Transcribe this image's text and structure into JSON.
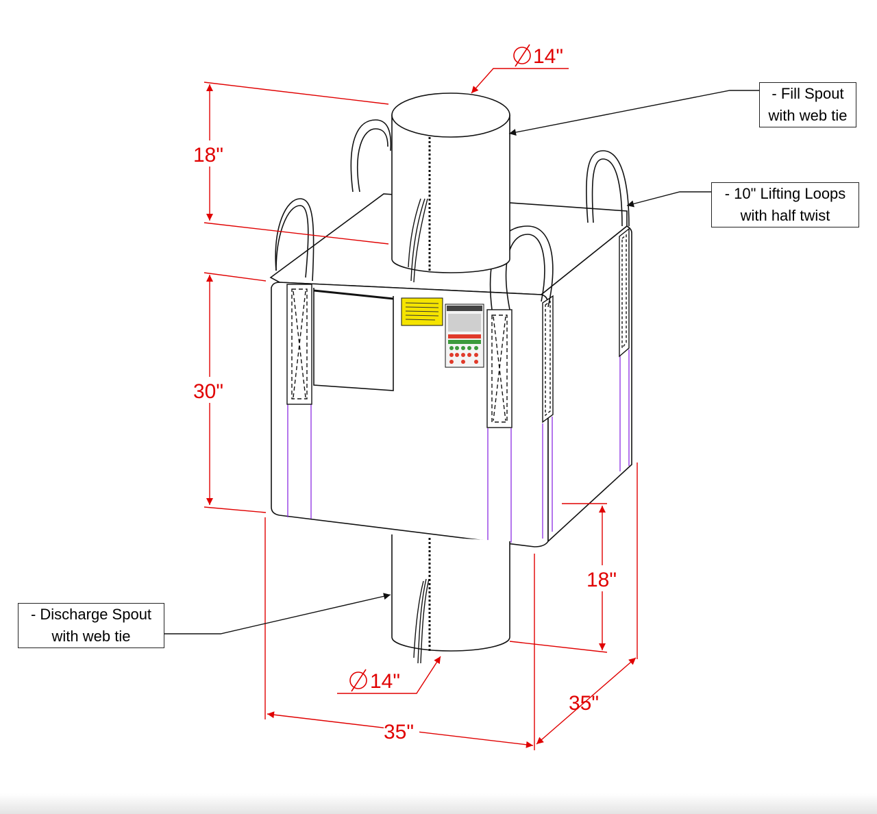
{
  "callouts": {
    "fill_spout": {
      "line1": "- Fill Spout",
      "line2": "with web tie"
    },
    "lifting_loops": {
      "line1": "- 10\" Lifting Loops",
      "line2": "with half twist"
    },
    "discharge_spout": {
      "line1": "- Discharge Spout",
      "line2": "with web tie"
    }
  },
  "dimensions": {
    "top_spout_diameter": "14\"",
    "top_spout_height": "18\"",
    "body_height": "30\"",
    "bottom_spout_height": "18\"",
    "bottom_spout_diameter": "14\"",
    "width_front": "35\"",
    "depth_side": "35\""
  },
  "colors": {
    "dimension": "#e00000",
    "outline": "#111111",
    "seam": "#8a2be2",
    "label_yellow": "#f5e400"
  }
}
